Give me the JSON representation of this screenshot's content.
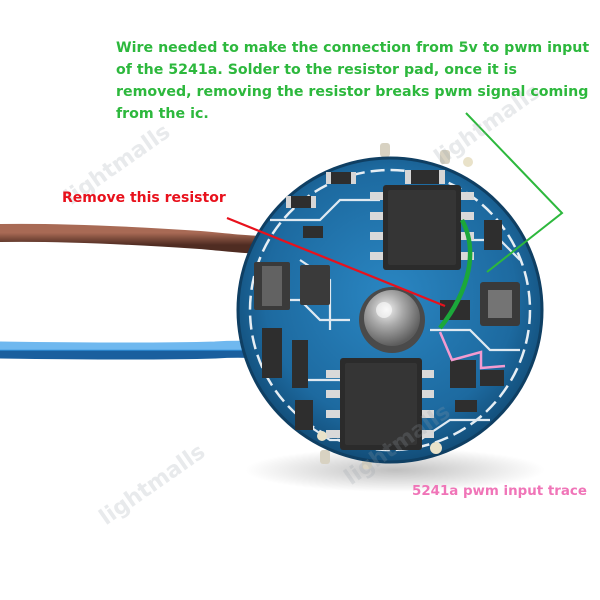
{
  "annotations": {
    "wire_note": "Wire needed to make the connection from 5v to pwm input of the 5241a. Solder to the resistor pad, once it is removed, removing the resistor breaks pwm signal coming from the ic.",
    "remove_note": "Remove this resistor",
    "trace_note": "5241a pwm input trace"
  },
  "watermark": "lightmalls",
  "colors": {
    "green_text": "#2db83d",
    "red_text": "#e8111c",
    "pink_text": "#f075b8",
    "board_blue": "#1f6fa6",
    "brown_wire": "#7a4a3a",
    "blue_wire": "#2f8fd8"
  }
}
